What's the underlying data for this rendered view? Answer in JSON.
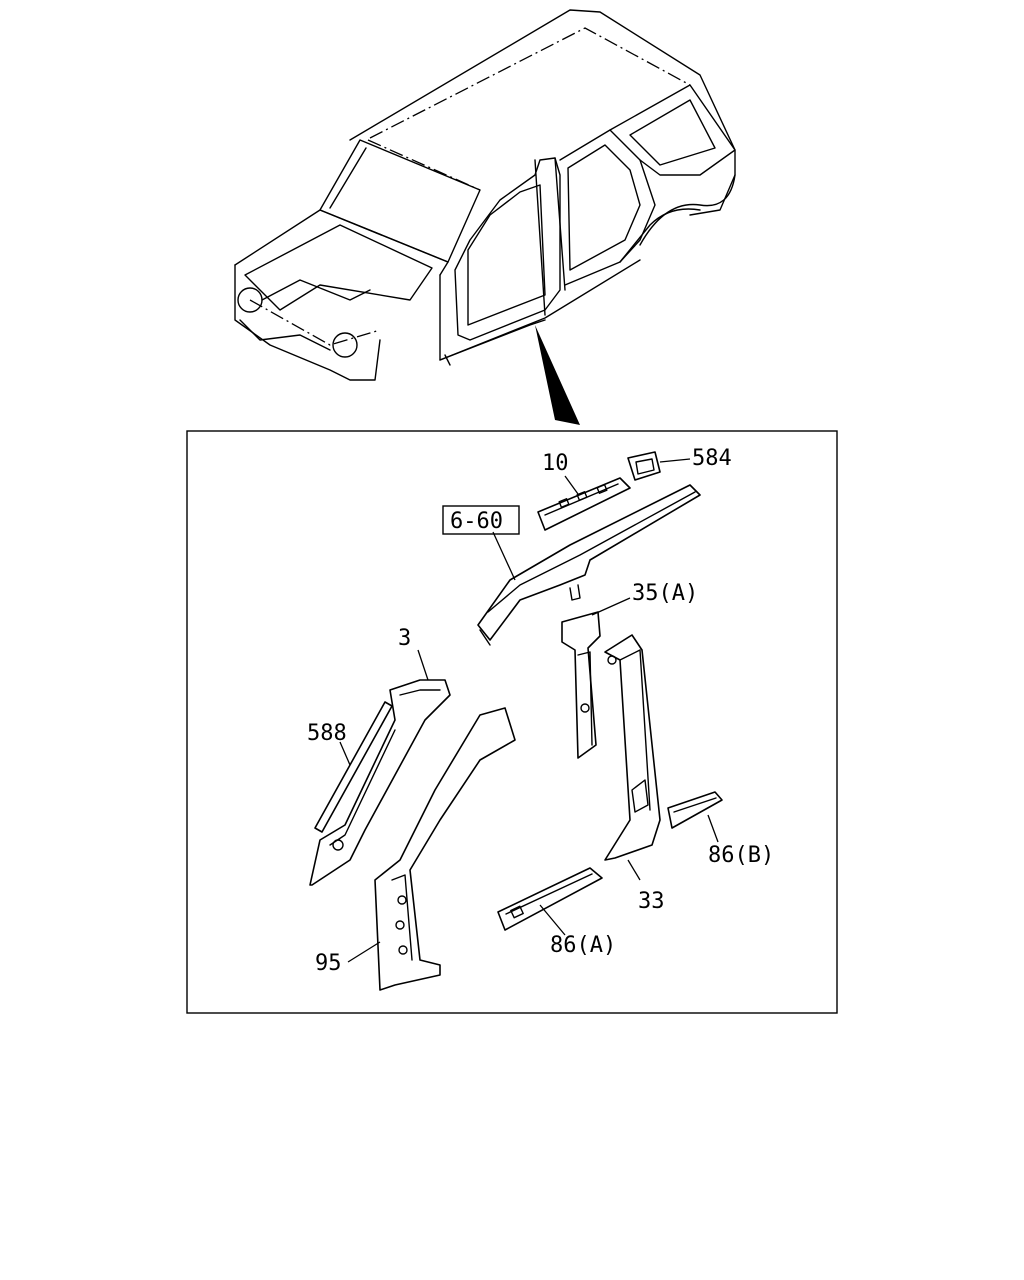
{
  "diagram": {
    "callouts": [
      {
        "id": "c10",
        "text": "10"
      },
      {
        "id": "c584",
        "text": "584"
      },
      {
        "id": "c660",
        "text": "6-60"
      },
      {
        "id": "c35a",
        "text": "35(A)"
      },
      {
        "id": "c3",
        "text": "3"
      },
      {
        "id": "c588",
        "text": "588"
      },
      {
        "id": "c33",
        "text": "33"
      },
      {
        "id": "c86b",
        "text": "86(B)"
      },
      {
        "id": "c86a",
        "text": "86(A)"
      },
      {
        "id": "c95",
        "text": "95"
      }
    ]
  }
}
